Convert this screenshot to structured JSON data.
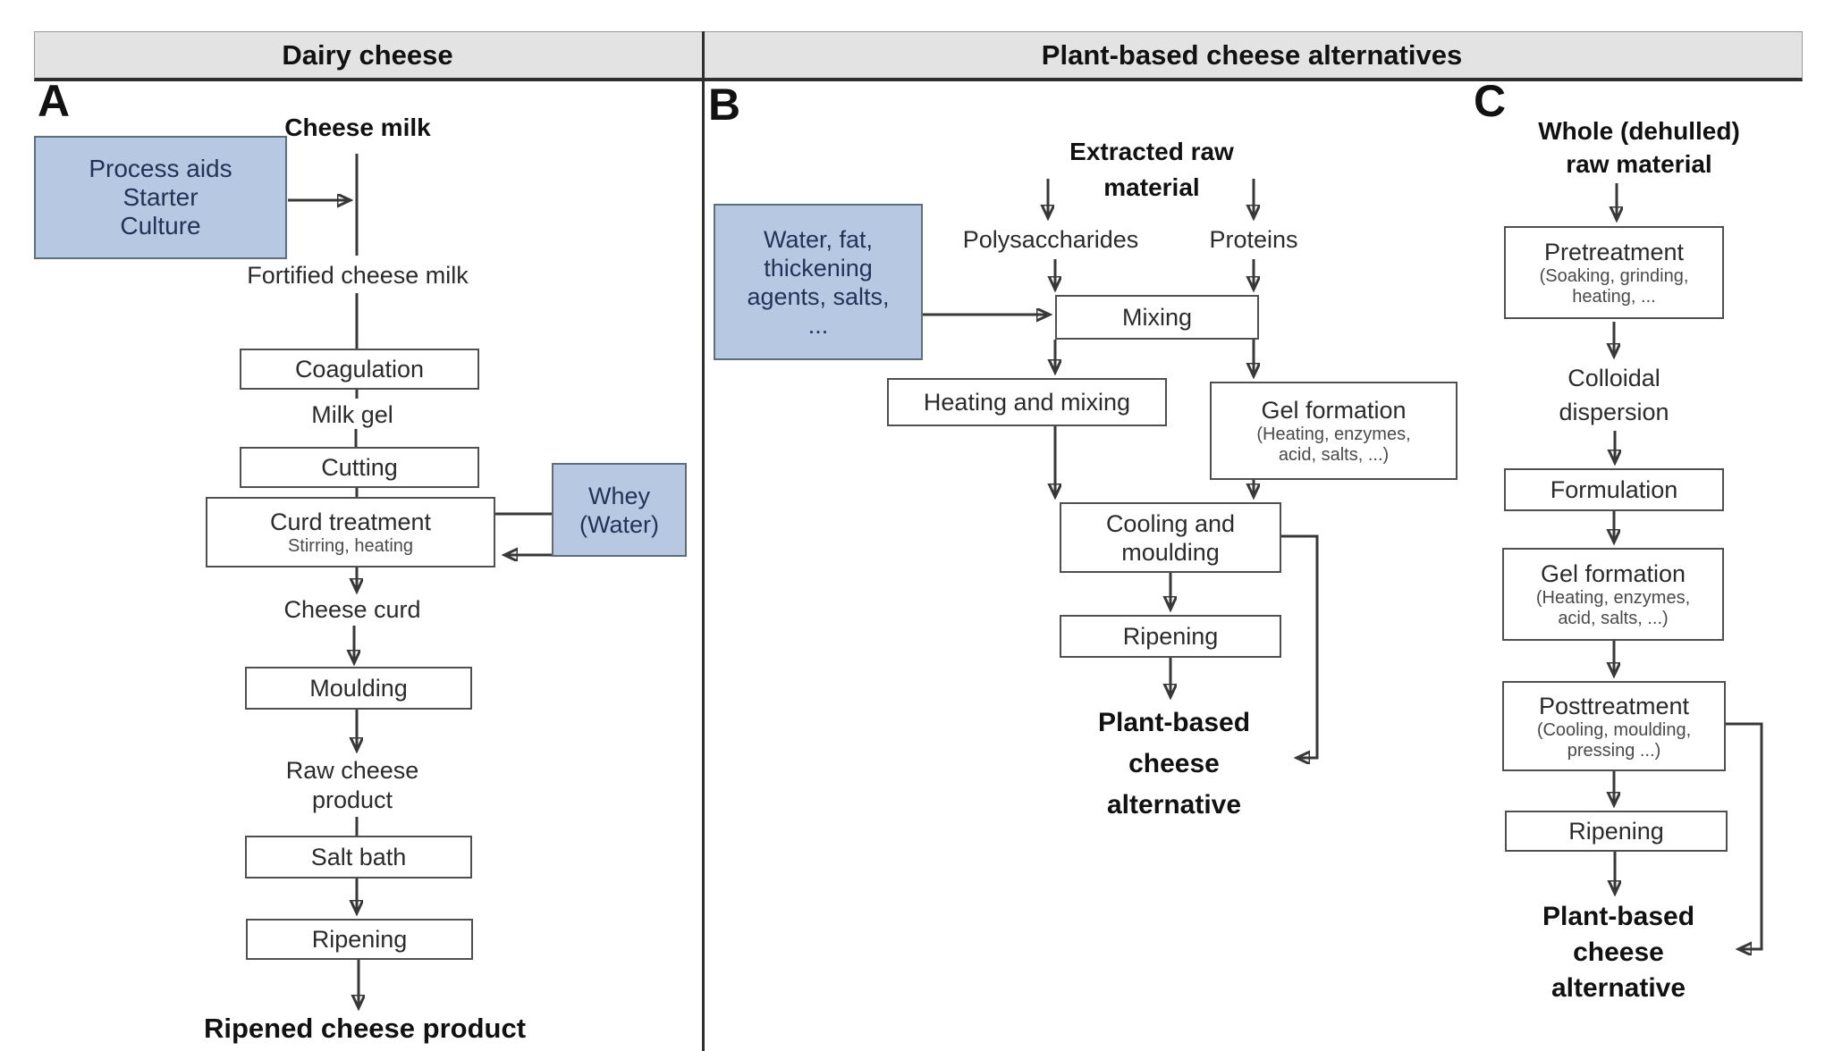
{
  "header": {
    "left": "Dairy cheese",
    "right": "Plant-based cheese alternatives"
  },
  "colors": {
    "input_box_blue": "#b7c9e2",
    "blue_box_text": "#213457",
    "header_gray": "#e3e3e3",
    "line_dark": "#383838"
  },
  "panel_a": {
    "label": "A",
    "input_box": {
      "lines": [
        "Process aids",
        "Starter",
        "Culture"
      ]
    },
    "cheese_milk": "Cheese milk",
    "fortified": "Fortified cheese milk",
    "coagulation": "Coagulation",
    "milk_gel": "Milk gel",
    "cutting": "Cutting",
    "curd_treatment": {
      "title": "Curd treatment",
      "sub": "Stirring, heating"
    },
    "whey": {
      "lines": [
        "Whey",
        "(Water)"
      ]
    },
    "cheese_curd": "Cheese curd",
    "moulding": "Moulding",
    "raw_cheese": {
      "lines": [
        "Raw cheese",
        "product"
      ]
    },
    "salt_bath": "Salt bath",
    "ripening": "Ripening",
    "product": "Ripened cheese product"
  },
  "panel_b": {
    "label": "B",
    "source": {
      "lines": [
        "Extracted raw",
        "material"
      ]
    },
    "polysaccharides": "Polysaccharides",
    "proteins": "Proteins",
    "input_box": {
      "lines": [
        "Water, fat,",
        "thickening",
        "agents, salts,",
        "..."
      ]
    },
    "mixing": "Mixing",
    "heating_mixing": "Heating and mixing",
    "gel_formation": {
      "title": "Gel formation",
      "sub_lines": [
        "(Heating, enzymes,",
        "acid, salts, ...)"
      ]
    },
    "cooling": {
      "lines": [
        "Cooling and",
        "moulding"
      ]
    },
    "ripening": "Ripening",
    "product": {
      "lines": [
        "Plant-based",
        "cheese",
        "alternative"
      ]
    }
  },
  "panel_c": {
    "label": "C",
    "source": {
      "lines": [
        "Whole (dehulled)",
        "raw material"
      ]
    },
    "pretreatment": {
      "title": "Pretreatment",
      "sub_lines": [
        "(Soaking, grinding,",
        "heating, ..."
      ]
    },
    "colloidal": {
      "lines": [
        "Colloidal",
        "dispersion"
      ]
    },
    "formulation": "Formulation",
    "gel_formation": {
      "title": "Gel formation",
      "sub_lines": [
        "(Heating, enzymes,",
        "acid, salts, ...)"
      ]
    },
    "posttreatment": {
      "title": "Posttreatment",
      "sub_lines": [
        "(Cooling, moulding,",
        "pressing ...)"
      ]
    },
    "ripening": "Ripening",
    "product": {
      "lines": [
        "Plant-based",
        "cheese",
        "alternative"
      ]
    }
  }
}
